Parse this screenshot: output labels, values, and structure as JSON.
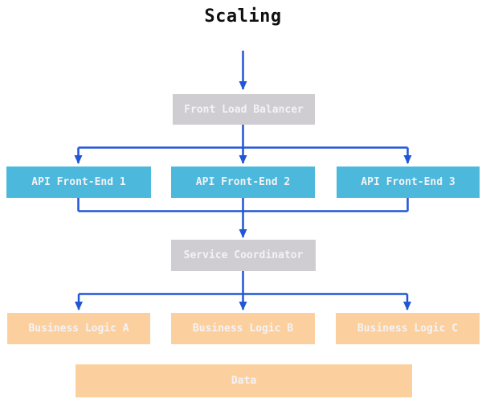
{
  "title": "Scaling",
  "colors": {
    "arrow": "#2256d6",
    "node_blue": "#4bb8dc",
    "node_gray": "#d0cdd2",
    "node_orange": "#fcd09e",
    "node_text": "#f4f2f5",
    "title_text": "#111111",
    "page_bg": "#ffffff"
  },
  "nodes": {
    "load_balancer": {
      "label": "Front Load Balancer",
      "type": "gray"
    },
    "api1": {
      "label": "API Front-End 1",
      "type": "blue"
    },
    "api2": {
      "label": "API Front-End 2",
      "type": "blue"
    },
    "api3": {
      "label": "API Front-End 3",
      "type": "blue"
    },
    "coordinator": {
      "label": "Service Coordinator",
      "type": "gray"
    },
    "logic_a": {
      "label": "Business Logic A",
      "type": "orange"
    },
    "logic_b": {
      "label": "Business Logic B",
      "type": "orange"
    },
    "logic_c": {
      "label": "Business Logic C",
      "type": "orange"
    },
    "data": {
      "label": "Data",
      "type": "orange"
    }
  },
  "edges": [
    {
      "from": "start",
      "to": "load_balancer"
    },
    {
      "from": "load_balancer",
      "to": "api1"
    },
    {
      "from": "load_balancer",
      "to": "api2"
    },
    {
      "from": "load_balancer",
      "to": "api3"
    },
    {
      "from": "api1",
      "to": "coordinator"
    },
    {
      "from": "api2",
      "to": "coordinator"
    },
    {
      "from": "api3",
      "to": "coordinator"
    },
    {
      "from": "coordinator",
      "to": "logic_a"
    },
    {
      "from": "coordinator",
      "to": "logic_b"
    },
    {
      "from": "coordinator",
      "to": "logic_c"
    }
  ]
}
